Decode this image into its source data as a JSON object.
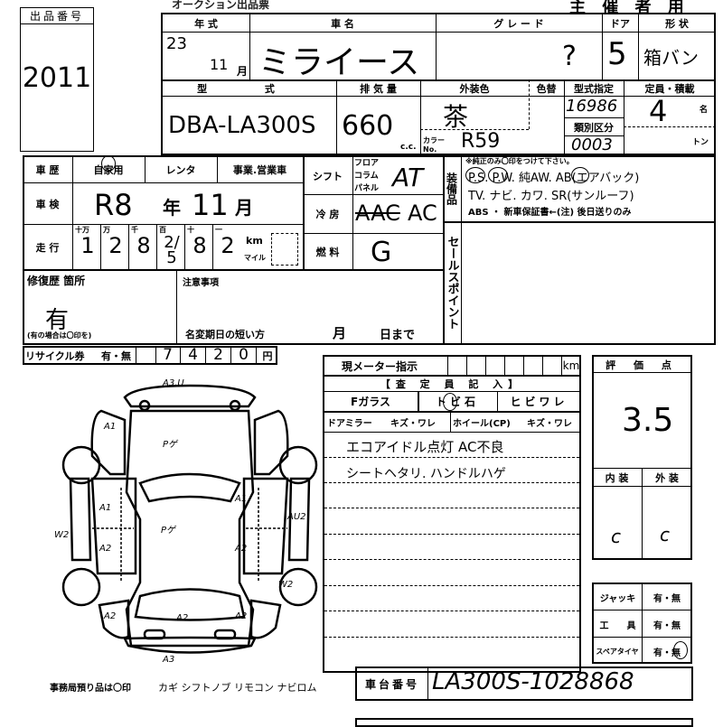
{
  "header": {
    "title": "オークション出品票",
    "copy_label": "主 催 者 用"
  },
  "lot": {
    "label": "出品番号",
    "number": "2011"
  },
  "vehicle": {
    "year_label": "年 式",
    "year": "23",
    "month": "11",
    "month_unit": "月",
    "name_label": "車 名",
    "name": "ミライース",
    "grade_label": "グ レ ー ド",
    "grade": "?",
    "door_label": "ドア",
    "doors": "5",
    "shape_label": "形 状",
    "shape": "箱バン",
    "model_label": "型 式",
    "model": "DBA-LA300S",
    "displacement_label": "排 気 量",
    "displacement": "660",
    "displacement_unit": "c.c.",
    "color_label": "外装色",
    "color": "茶",
    "color_change_label": "色替",
    "color_no_label": "カラーNo.",
    "color_no": "R59",
    "type_designation_label": "型式指定",
    "type_designation": "16986",
    "category_label": "類別区分",
    "category": "0003",
    "capacity_label": "定員・積載",
    "capacity": "4",
    "capacity_unit": "名",
    "load_unit": "トン"
  },
  "history": {
    "label": "車 歴",
    "options": [
      "自家用",
      "レンタ",
      "事業.営業車"
    ],
    "selected": "自家用"
  },
  "inspection": {
    "label": "車 検",
    "era": "R8",
    "year_unit": "年",
    "month": "11",
    "month_unit": "月"
  },
  "mileage": {
    "label": "走 行",
    "place_labels": [
      "十万",
      "万",
      "千",
      "百",
      "十",
      "一"
    ],
    "digits": [
      "1",
      "2",
      "8",
      "2/5",
      "8",
      "2"
    ],
    "unit_km": "km",
    "unit_mile": "マイル"
  },
  "shift": {
    "label": "シフト",
    "options": [
      "フロア",
      "コラム",
      "パネル"
    ],
    "value": "AT"
  },
  "aircon": {
    "label": "冷 房",
    "value": "AAC",
    "value2": "AC"
  },
  "fuel": {
    "label": "燃 料",
    "value": "G"
  },
  "equipment": {
    "label": "装備品",
    "note": "※純正のみ〇印をつけて下さい。",
    "line1": "P.S. P.W. 純AW. AB(エアバック)",
    "line2": "TV. ナビ. カワ. SR(サンルーフ)",
    "line3": "ABS ・ 新車保証書←(注) 後日送りのみ",
    "circled": [
      "PS",
      "PW",
      "AB"
    ]
  },
  "sales_point": {
    "label": "セールスポイント"
  },
  "repair": {
    "label": "修復歴 箇所",
    "value": "有",
    "note": "(有の場合は〇印を)"
  },
  "caution": {
    "label": "注意事項",
    "name_change": "名変期日の短い方",
    "month": "月",
    "day": "日まで"
  },
  "recycle": {
    "label": "リサイクル券",
    "yes_no": "有・無",
    "amount": [
      "7",
      "4",
      "2",
      "0"
    ],
    "unit": "円"
  },
  "meter": {
    "label": "現メーター指示",
    "unit": "km"
  },
  "inspector": {
    "label": "【査 定 員 記 入】",
    "windshield_label": "Fガラス",
    "windshield_opts": [
      "トビ石",
      "ヒビワレ"
    ],
    "mirror_label": "ドアミラー",
    "mirror_opts": "キズ・ワレ",
    "wheel_label": "ホイール(CP)",
    "wheel_opts": "キズ・ワレ",
    "notes": [
      "エコアイドル点灯 AC不良",
      "シートヘタリ.  ハンドルハゲ"
    ]
  },
  "score": {
    "label": "評 価 点",
    "value": "3.5",
    "interior_label": "内 装",
    "exterior_label": "外 装",
    "interior": "C",
    "exterior": "C"
  },
  "accessories": [
    {
      "label": "ジャッキ",
      "value": "有・無"
    },
    {
      "label": "工　　具",
      "value": "有・無"
    },
    {
      "label": "スペアタイヤ",
      "value": "有・無"
    }
  ],
  "chassis": {
    "label": "車台番号",
    "value": "LA300S-1028868"
  },
  "office_items": {
    "label": "事務局預り品は〇印",
    "items": "カギ  シフトノブ  リモコン  ナビロム"
  },
  "diagram": {
    "marks": [
      "A3.U",
      "A1",
      "Pゲ",
      "A1",
      "A1",
      "Pゲ",
      "W2",
      "A2",
      "A2",
      "AU2",
      "W2",
      "A2",
      "A2",
      "A2",
      "A3"
    ]
  }
}
